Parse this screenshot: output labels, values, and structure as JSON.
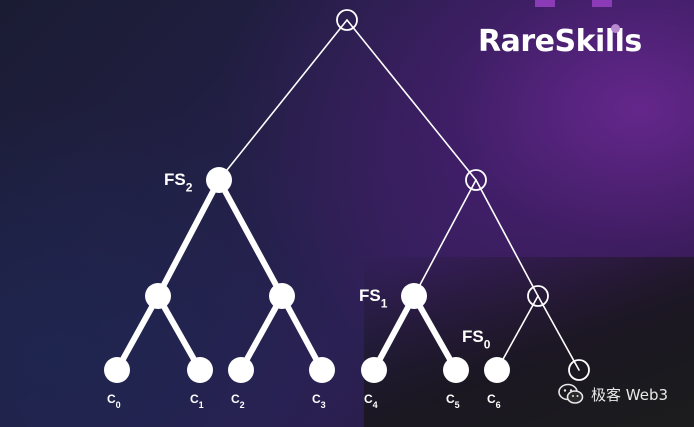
{
  "brand": {
    "name": "RareSkills",
    "accent": "#8a3bb5"
  },
  "watermark": {
    "text": "极客 Web3",
    "icon": "wechat-icon"
  },
  "colors": {
    "node": "#ffffff",
    "edge": "#ffffff"
  },
  "tree": {
    "nodes": [
      {
        "id": "root",
        "label": "",
        "sub": "",
        "filled": false
      },
      {
        "id": "n_left",
        "label": "FS",
        "sub": "2",
        "filled": true
      },
      {
        "id": "n_right",
        "label": "",
        "sub": "",
        "filled": false
      },
      {
        "id": "n_ll",
        "label": "",
        "sub": "",
        "filled": true
      },
      {
        "id": "n_lr",
        "label": "",
        "sub": "",
        "filled": true
      },
      {
        "id": "n_rl",
        "label": "FS",
        "sub": "1",
        "filled": true
      },
      {
        "id": "n_rr",
        "label": "",
        "sub": "",
        "filled": false
      },
      {
        "id": "c0",
        "label": "C",
        "sub": "0",
        "filled": true
      },
      {
        "id": "c1",
        "label": "C",
        "sub": "1",
        "filled": true
      },
      {
        "id": "c2",
        "label": "C",
        "sub": "2",
        "filled": true
      },
      {
        "id": "c3",
        "label": "C",
        "sub": "3",
        "filled": true
      },
      {
        "id": "c4",
        "label": "C",
        "sub": "4",
        "filled": true
      },
      {
        "id": "c5",
        "label": "C",
        "sub": "5",
        "filled": true
      },
      {
        "id": "c6",
        "label": "C",
        "sub": "6",
        "filled": true
      },
      {
        "id": "c7",
        "label": "",
        "sub": "",
        "filled": false
      }
    ],
    "extra_labels": [
      {
        "text": "FS",
        "sub": "0",
        "near": "c6"
      }
    ],
    "edges": [
      {
        "from": "root",
        "to": "n_left",
        "bold": false
      },
      {
        "from": "root",
        "to": "n_right",
        "bold": false
      },
      {
        "from": "n_left",
        "to": "n_ll",
        "bold": true
      },
      {
        "from": "n_left",
        "to": "n_lr",
        "bold": true
      },
      {
        "from": "n_right",
        "to": "n_rl",
        "bold": false
      },
      {
        "from": "n_right",
        "to": "n_rr",
        "bold": false
      },
      {
        "from": "n_ll",
        "to": "c0",
        "bold": true
      },
      {
        "from": "n_ll",
        "to": "c1",
        "bold": true
      },
      {
        "from": "n_lr",
        "to": "c2",
        "bold": true
      },
      {
        "from": "n_lr",
        "to": "c3",
        "bold": true
      },
      {
        "from": "n_rl",
        "to": "c4",
        "bold": true
      },
      {
        "from": "n_rl",
        "to": "c5",
        "bold": true
      },
      {
        "from": "n_rr",
        "to": "c6",
        "bold": false
      },
      {
        "from": "n_rr",
        "to": "c7",
        "bold": false
      }
    ]
  }
}
